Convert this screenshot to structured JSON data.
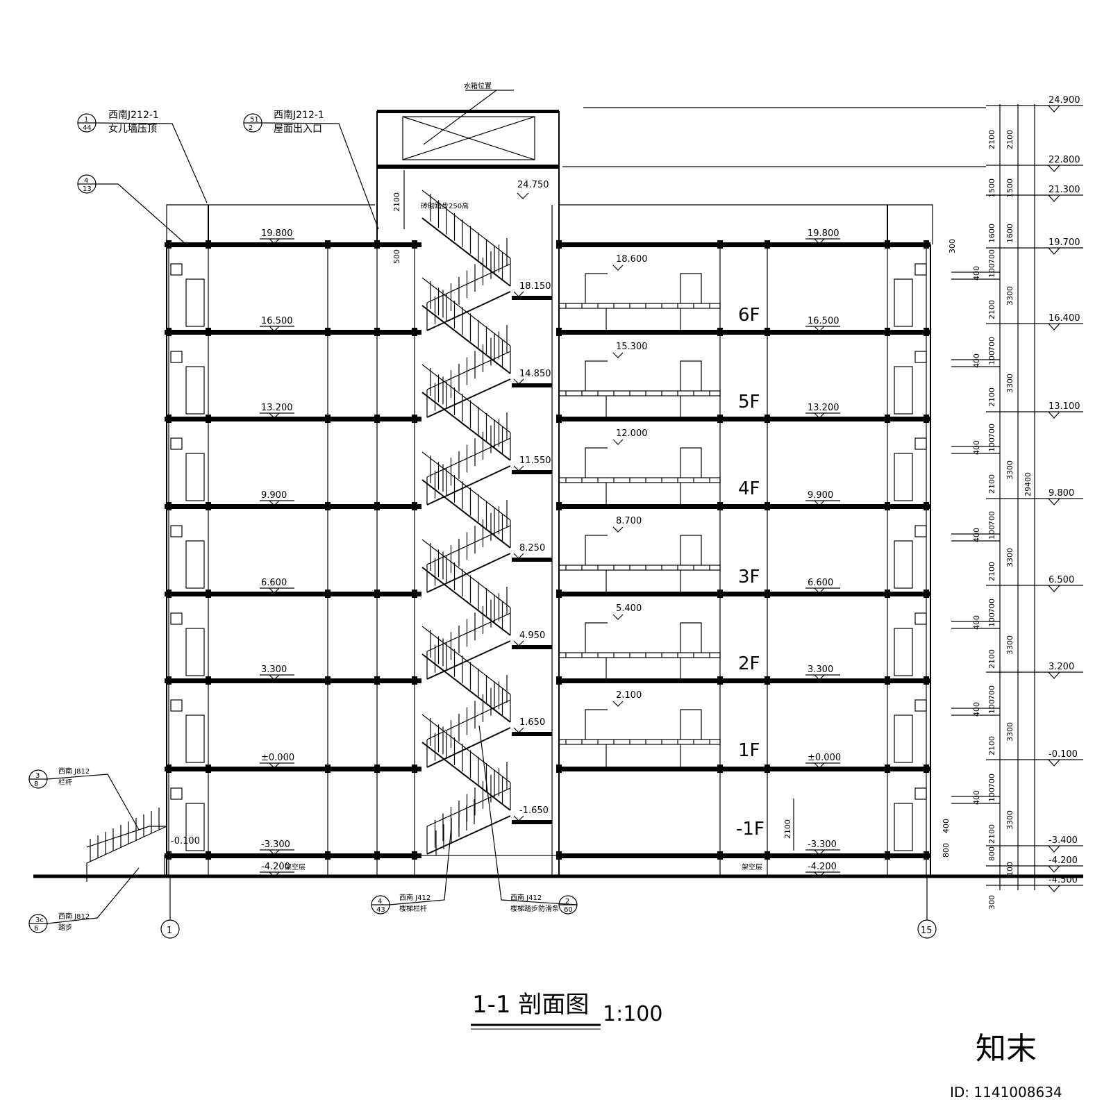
{
  "title": {
    "main": "1-1  剖面图",
    "scale": "1:100"
  },
  "watermark": {
    "logo": "知末",
    "id": "ID: 1141008634"
  },
  "roof_markers": {
    "water_tank": "水箱位置",
    "roof_top_level": "24.750",
    "roof_access_height": "2100",
    "roof_step_height": "500",
    "roof_step_note": "砖砌踏步250高"
  },
  "callouts": [
    {
      "num": "1",
      "den": "44",
      "code": "西南J212-1",
      "desc": "女儿墙压顶"
    },
    {
      "num": "51",
      "den": "2",
      "code": "西南J212-1",
      "desc": "屋面出入口"
    },
    {
      "num": "4",
      "den": "13",
      "code": "",
      "desc": ""
    },
    {
      "num": "3",
      "den": "8",
      "code": "西南 J812",
      "desc": "栏杆"
    },
    {
      "num": "3c",
      "den": "6",
      "code": "西南 J812",
      "desc": "踏步"
    },
    {
      "num": "4",
      "den": "43",
      "code": "西南 J412",
      "desc": "楼梯栏杆"
    },
    {
      "num": "2",
      "den": "60",
      "code": "西南 J412",
      "desc": "楼梯踏步防滑条"
    }
  ],
  "axes": [
    "1",
    "15"
  ],
  "floor_labels": [
    "6F",
    "5F",
    "4F",
    "3F",
    "2F",
    "1F",
    "-1F"
  ],
  "left_levels": [
    "19.800",
    "16.500",
    "13.200",
    "9.900",
    "6.600",
    "3.300",
    "±0.000",
    "-3.300",
    "-4.200"
  ],
  "right_levels": [
    "19.800",
    "16.500",
    "13.200",
    "9.900",
    "6.600",
    "3.300",
    "±0.000",
    "-3.300",
    "-4.200"
  ],
  "landing_levels": [
    "18.150",
    "14.850",
    "11.550",
    "8.250",
    "4.950",
    "1.650",
    "-1.650"
  ],
  "corridor_levels": [
    "18.600",
    "15.300",
    "12.000",
    "8.700",
    "5.400",
    "2.100"
  ],
  "entry_level": "-0.100",
  "basement_void_height": "2100",
  "void_note": "架空层",
  "elevations": [
    "24.900",
    "22.800",
    "21.300",
    "19.700",
    "16.400",
    "13.100",
    "9.800",
    "6.500",
    "3.200",
    "-0.100",
    "-3.400",
    "-4.200",
    "-4.500"
  ],
  "dim_top": [
    "2100",
    "1500",
    "1600"
  ],
  "dim_floor_parts": [
    "700",
    "100",
    "400",
    "2100"
  ],
  "dim_floor_total": "3300",
  "dim_total": "29400",
  "dim_parapet": "300",
  "dim_bottom": [
    "800",
    "400",
    "800",
    "100",
    "300"
  ]
}
